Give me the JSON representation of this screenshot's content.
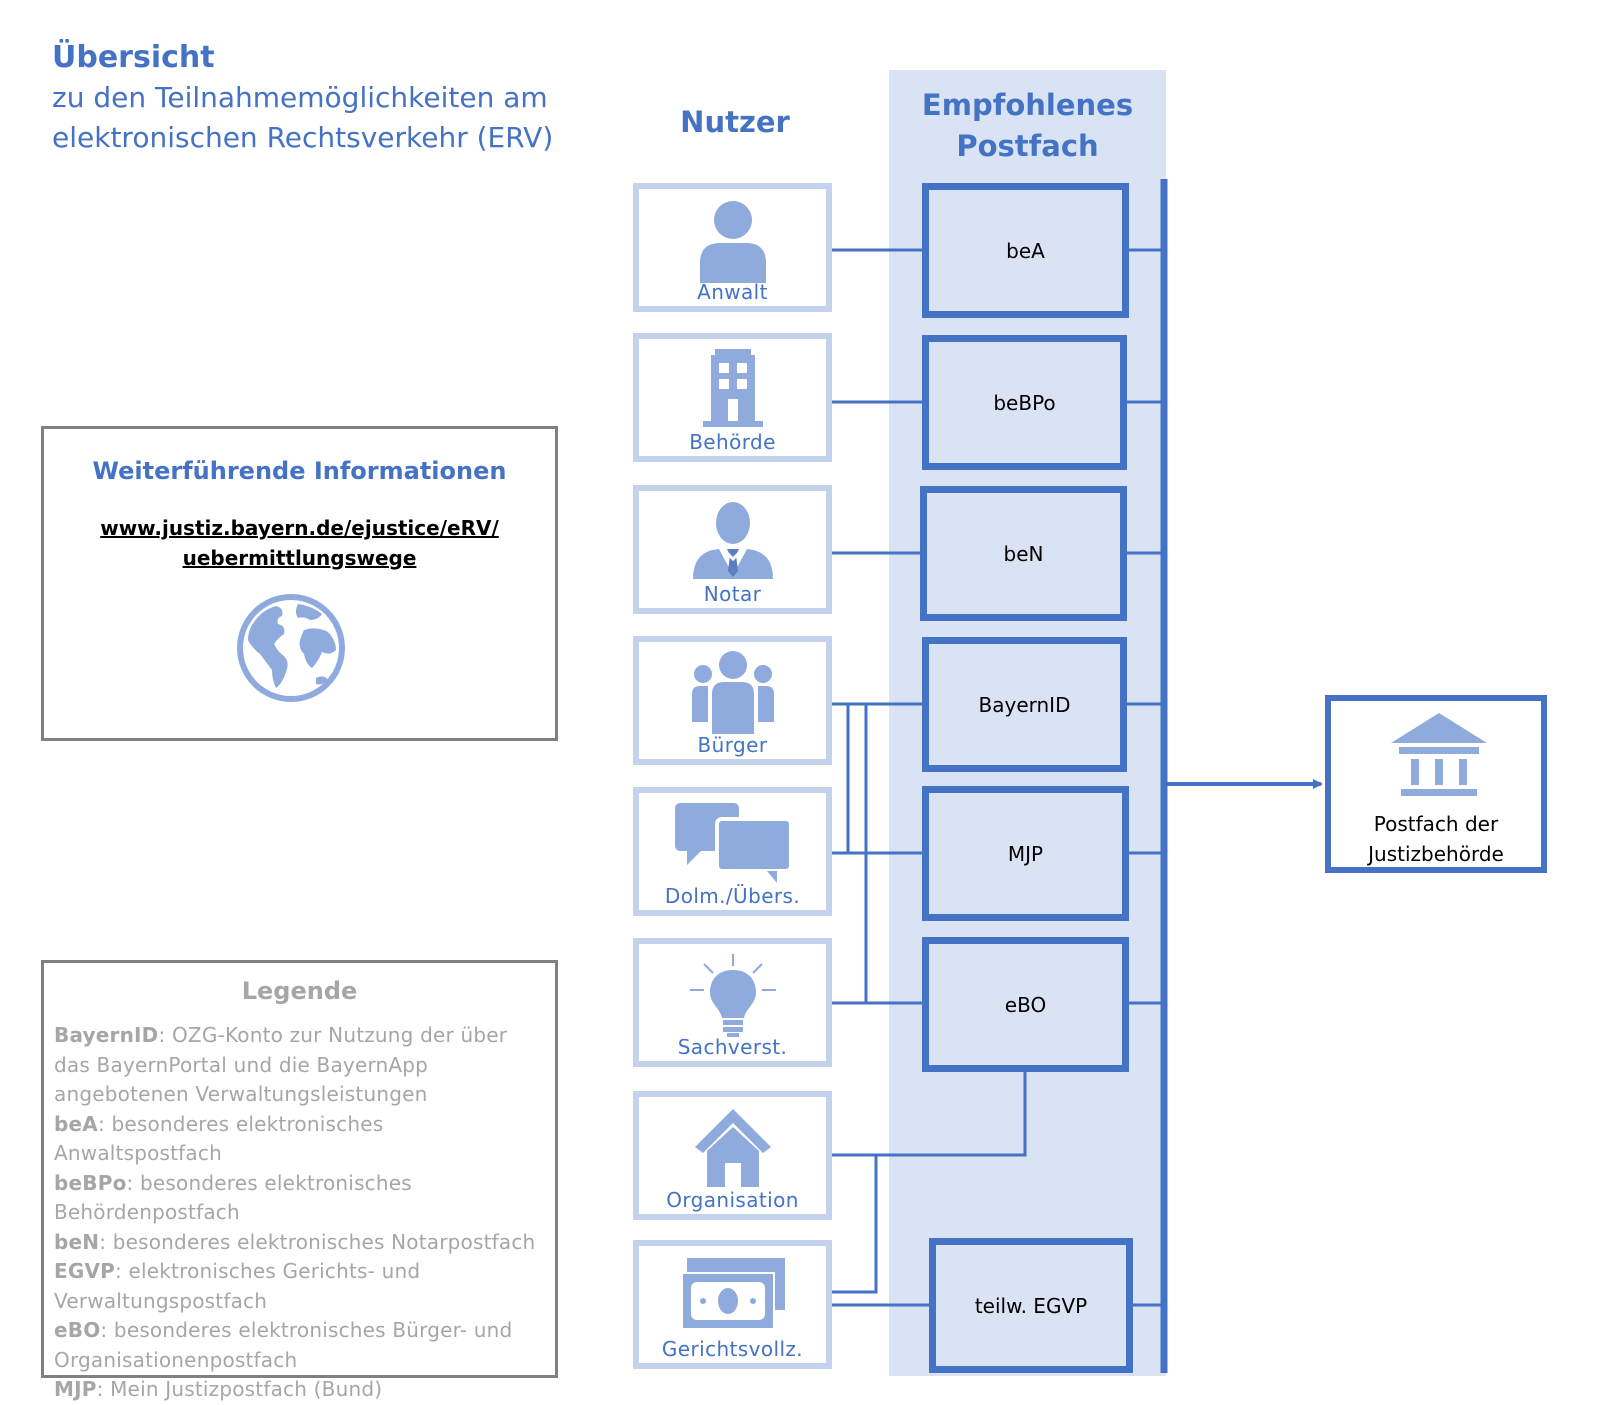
{
  "title": {
    "main": "Übersicht",
    "line1": "zu den Teilnahmemöglichkeiten am",
    "line2": "elektronischen Rechtsverkehr (ERV)"
  },
  "columns": {
    "users_heading": "Nutzer",
    "postfach_heading_line1": "Empfohlenes",
    "postfach_heading_line2": "Postfach"
  },
  "users": [
    {
      "label": "Anwalt",
      "icon": "person-icon"
    },
    {
      "label": "Behörde",
      "icon": "office-building-icon"
    },
    {
      "label": "Notar",
      "icon": "businessman-icon"
    },
    {
      "label": "Bürger",
      "icon": "people-group-icon"
    },
    {
      "label": "Dolm./Übers.",
      "icon": "speech-bubbles-icon"
    },
    {
      "label": "Sachverst.",
      "icon": "lightbulb-icon"
    },
    {
      "label": "Organisation",
      "icon": "house-icon"
    },
    {
      "label": "Gerichtsvollz.",
      "icon": "banknotes-icon"
    }
  ],
  "postfaecher": [
    {
      "label": "beA"
    },
    {
      "label": "beBPo"
    },
    {
      "label": "beN"
    },
    {
      "label": "BayernID"
    },
    {
      "label": "MJP"
    },
    {
      "label": "eBO"
    },
    {
      "label": "teilw. EGVP"
    }
  ],
  "target": {
    "line1": "Postfach der",
    "line2": "Justizbehörde",
    "icon": "courthouse-icon"
  },
  "info": {
    "title": "Weiterführende Informationen",
    "link_line1": "www.justiz.bayern.de/ejustice/eRV/",
    "link_line2": "uebermittlungswege",
    "icon": "globe-icon"
  },
  "legend": {
    "title": "Legende",
    "entries": [
      {
        "key": "BayernID",
        "text": ": OZG-Konto zur Nutzung der über das BayernPortal und die BayernApp angebotenen Verwaltungsleistungen"
      },
      {
        "key": "beA",
        "text": ": besonderes elektronisches Anwaltspostfach"
      },
      {
        "key": "beBPo",
        "text": ": besonderes elektronisches Behördenpostfach"
      },
      {
        "key": "beN",
        "text": ": besonderes elektronisches Notarpostfach"
      },
      {
        "key": "EGVP",
        "text": ": elektronisches Gerichts- und Verwaltungspostfach"
      },
      {
        "key": "eBO",
        "text": ": besonderes elektronisches Bürger- und Organisationenpostfach"
      },
      {
        "key": "MJP",
        "text": ": Mein Justizpostfach (Bund)"
      }
    ]
  },
  "colors": {
    "accent": "#4472c4",
    "icon_fill": "#8faadc",
    "card_border": "#c5d2ec",
    "column_bg": "#dae3f3",
    "legend_text": "#a6a6a6"
  }
}
